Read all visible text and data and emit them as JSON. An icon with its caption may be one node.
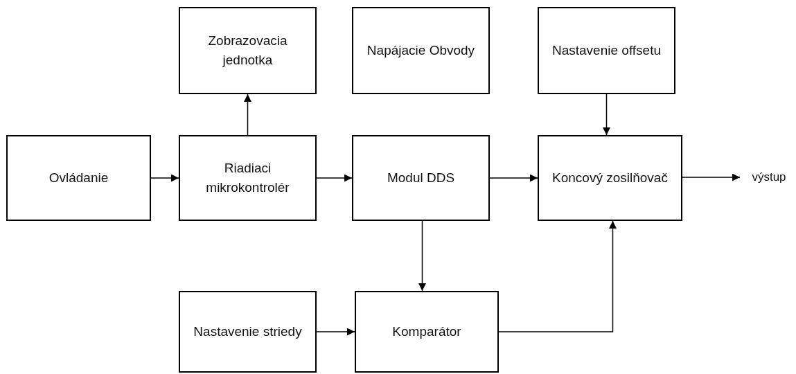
{
  "diagram": {
    "nodes": [
      {
        "text": [
          "Zobrazovacia jednotka"
        ]
      },
      {
        "text": [
          "Napájacie Obvody"
        ]
      },
      {
        "text": [
          "Nastavenie offsetu"
        ]
      },
      {
        "text": [
          "Ovládanie"
        ]
      },
      {
        "text": [
          "Riadiaci mikrokontrolér"
        ]
      },
      {
        "text": [
          "Modul DDS"
        ]
      },
      {
        "text": [
          "Koncový zosilňovač"
        ]
      },
      {
        "text": [
          "výstup"
        ]
      },
      {
        "text": [
          "Nastavenie striedy"
        ]
      },
      {
        "text": [
          "Komparátor"
        ]
      }
    ],
    "edges": [
      {
        "from": 3,
        "to": 4,
        "arrow": "to"
      },
      {
        "from": 4,
        "to": 0,
        "arrow": "to"
      },
      {
        "from": 4,
        "to": 5,
        "arrow": "to"
      },
      {
        "from": 5,
        "to": 6,
        "arrow": "to"
      },
      {
        "from": 2,
        "to": 6,
        "arrow": "to"
      },
      {
        "from": 6,
        "to": 7,
        "arrow": "to"
      },
      {
        "from": 5,
        "to": 9,
        "arrow": "to"
      },
      {
        "from": 8,
        "to": 9,
        "arrow": "to"
      },
      {
        "from": 9,
        "to": 6,
        "arrow": "to"
      }
    ]
  }
}
